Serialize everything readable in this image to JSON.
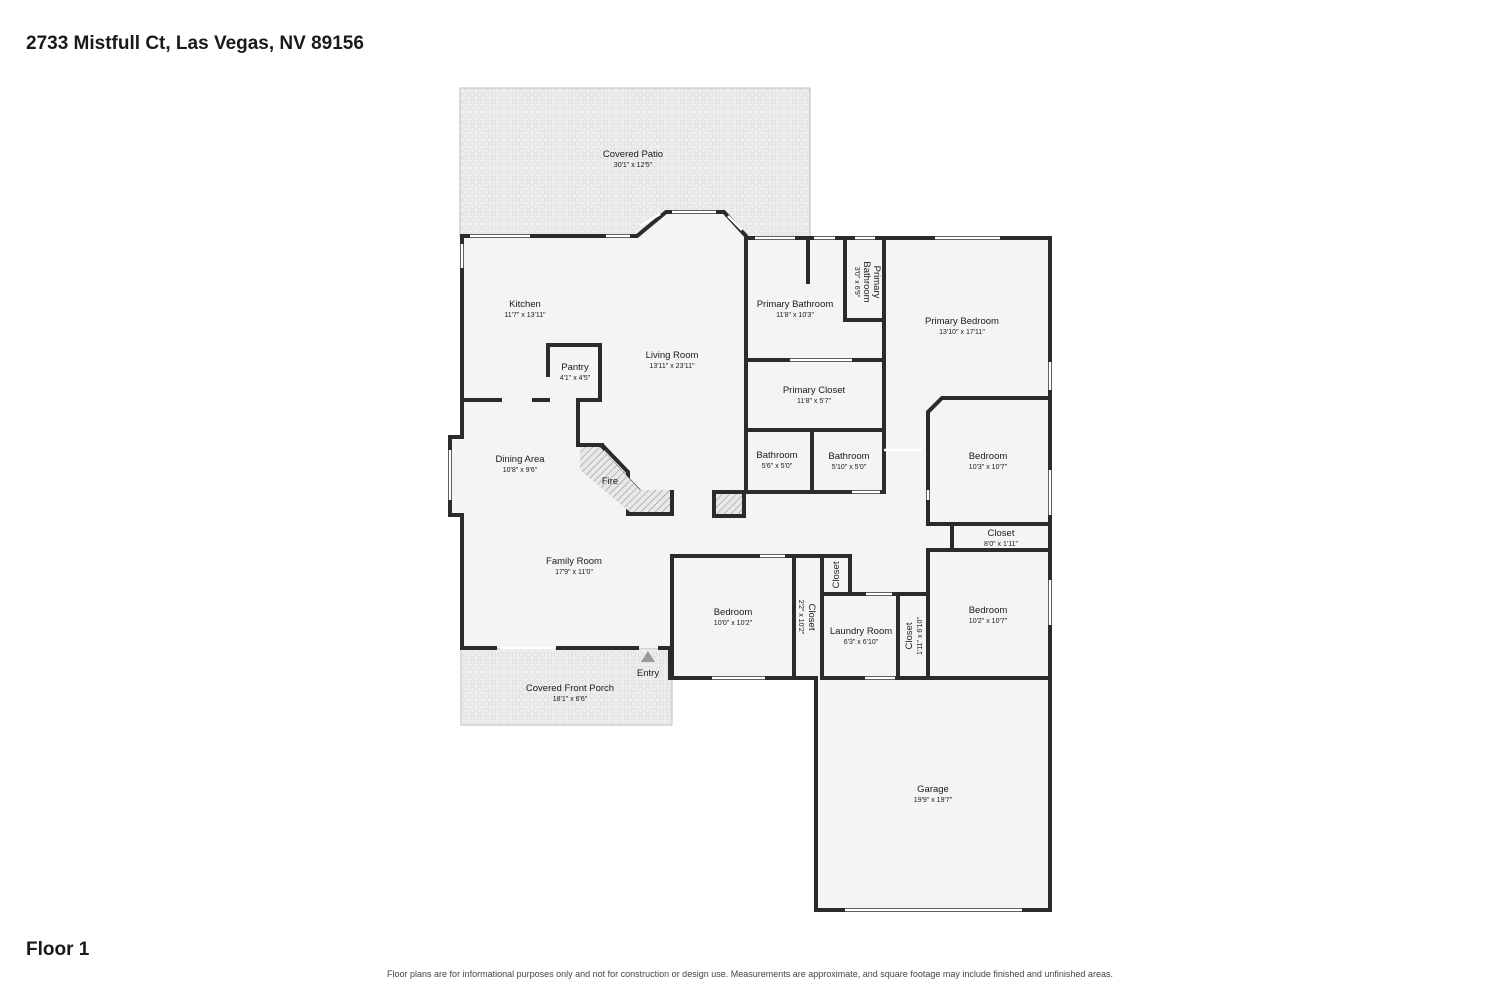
{
  "address": "2733 Mistfull Ct, Las Vegas, NV 89156",
  "floor_label": "Floor 1",
  "disclaimer": "Floor plans are for informational purposes only and not for construction or design use. Measurements are approximate, and square footage may include finished and unfinished areas.",
  "colors": {
    "wall": "#2b2b2b",
    "floor": "#f4f4f4",
    "outdoor": "#ededed",
    "window": "#ffffff"
  },
  "rooms": {
    "covered_patio": {
      "name": "Covered Patio",
      "dims": "30'1\" x 12'5\""
    },
    "kitchen": {
      "name": "Kitchen",
      "dims": "11'7\" x 13'11\""
    },
    "pantry": {
      "name": "Pantry",
      "dims": "4'1\" x 4'5\""
    },
    "living_room": {
      "name": "Living Room",
      "dims": "13'11\" x 23'11\""
    },
    "primary_bathroom": {
      "name": "Primary Bathroom",
      "dims": "11'8\" x 10'3\""
    },
    "primary_bathroom_small": {
      "name_line1": "Primary",
      "name_line2": "Bathroom",
      "dims": "3'0\" x 6'9\""
    },
    "primary_bedroom": {
      "name": "Primary Bedroom",
      "dims": "13'10\" x 17'11\""
    },
    "primary_closet": {
      "name": "Primary Closet",
      "dims": "11'8\" x 5'7\""
    },
    "bathroom_1": {
      "name": "Bathroom",
      "dims": "5'6\" x 5'0\""
    },
    "bathroom_2": {
      "name": "Bathroom",
      "dims": "5'10\" x 5'0\""
    },
    "bedroom_ne": {
      "name": "Bedroom",
      "dims": "10'3\" x 10'7\""
    },
    "closet_ne": {
      "name": "Closet",
      "dims": "8'0\" x 1'11\""
    },
    "dining_area": {
      "name": "Dining Area",
      "dims": "10'8\" x 9'6\""
    },
    "fire": {
      "name": "Fire"
    },
    "family_room": {
      "name": "Family Room",
      "dims": "17'9\" x 11'0\""
    },
    "bedroom_s": {
      "name": "Bedroom",
      "dims": "10'0\" x 10'2\""
    },
    "closet_s": {
      "name": "Closet",
      "dims": "2'2\" x 10'2\""
    },
    "closet_small": {
      "name": "Closet"
    },
    "laundry_room": {
      "name": "Laundry Room",
      "dims": "6'3\" x 6'10\""
    },
    "closet_laundry": {
      "name": "Closet",
      "dims": "1'11\" x 6'10\""
    },
    "bedroom_se": {
      "name": "Bedroom",
      "dims": "10'2\" x 10'7\""
    },
    "garage": {
      "name": "Garage",
      "dims": "19'9\" x 19'7\""
    },
    "covered_front_porch": {
      "name": "Covered Front Porch",
      "dims": "18'1\" x 6'6\""
    },
    "entry": {
      "name": "Entry"
    }
  }
}
